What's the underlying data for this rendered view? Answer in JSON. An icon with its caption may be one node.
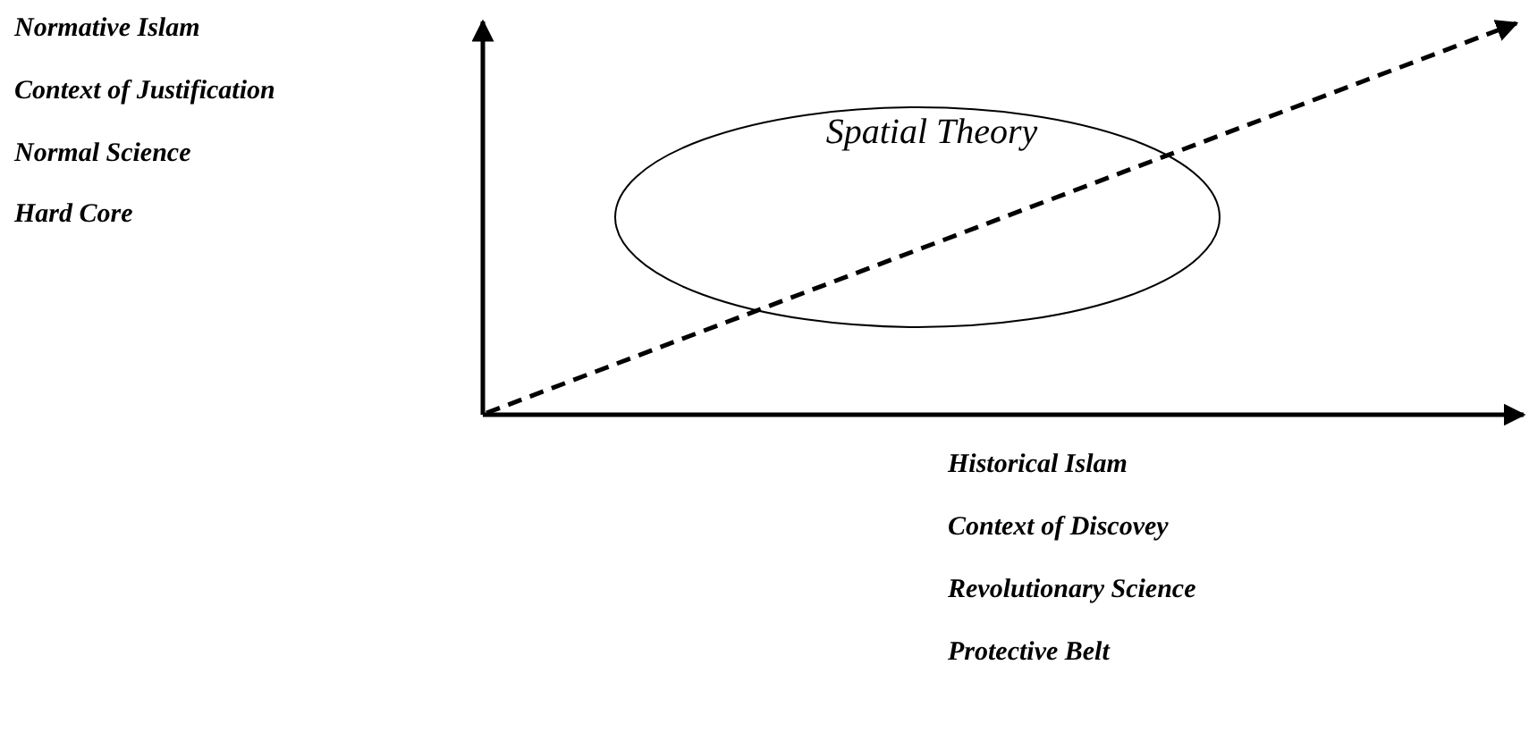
{
  "diagram": {
    "nodes": [
      {
        "text": [
          "Spatial Theory"
        ]
      }
    ],
    "labels": [
      "Normative Islam",
      "Context of Justification",
      "Normal Science",
      "Hard Core",
      "Historical Islam",
      "Context of Discovey",
      "Revolutionary Science",
      "Protective Belt"
    ]
  }
}
